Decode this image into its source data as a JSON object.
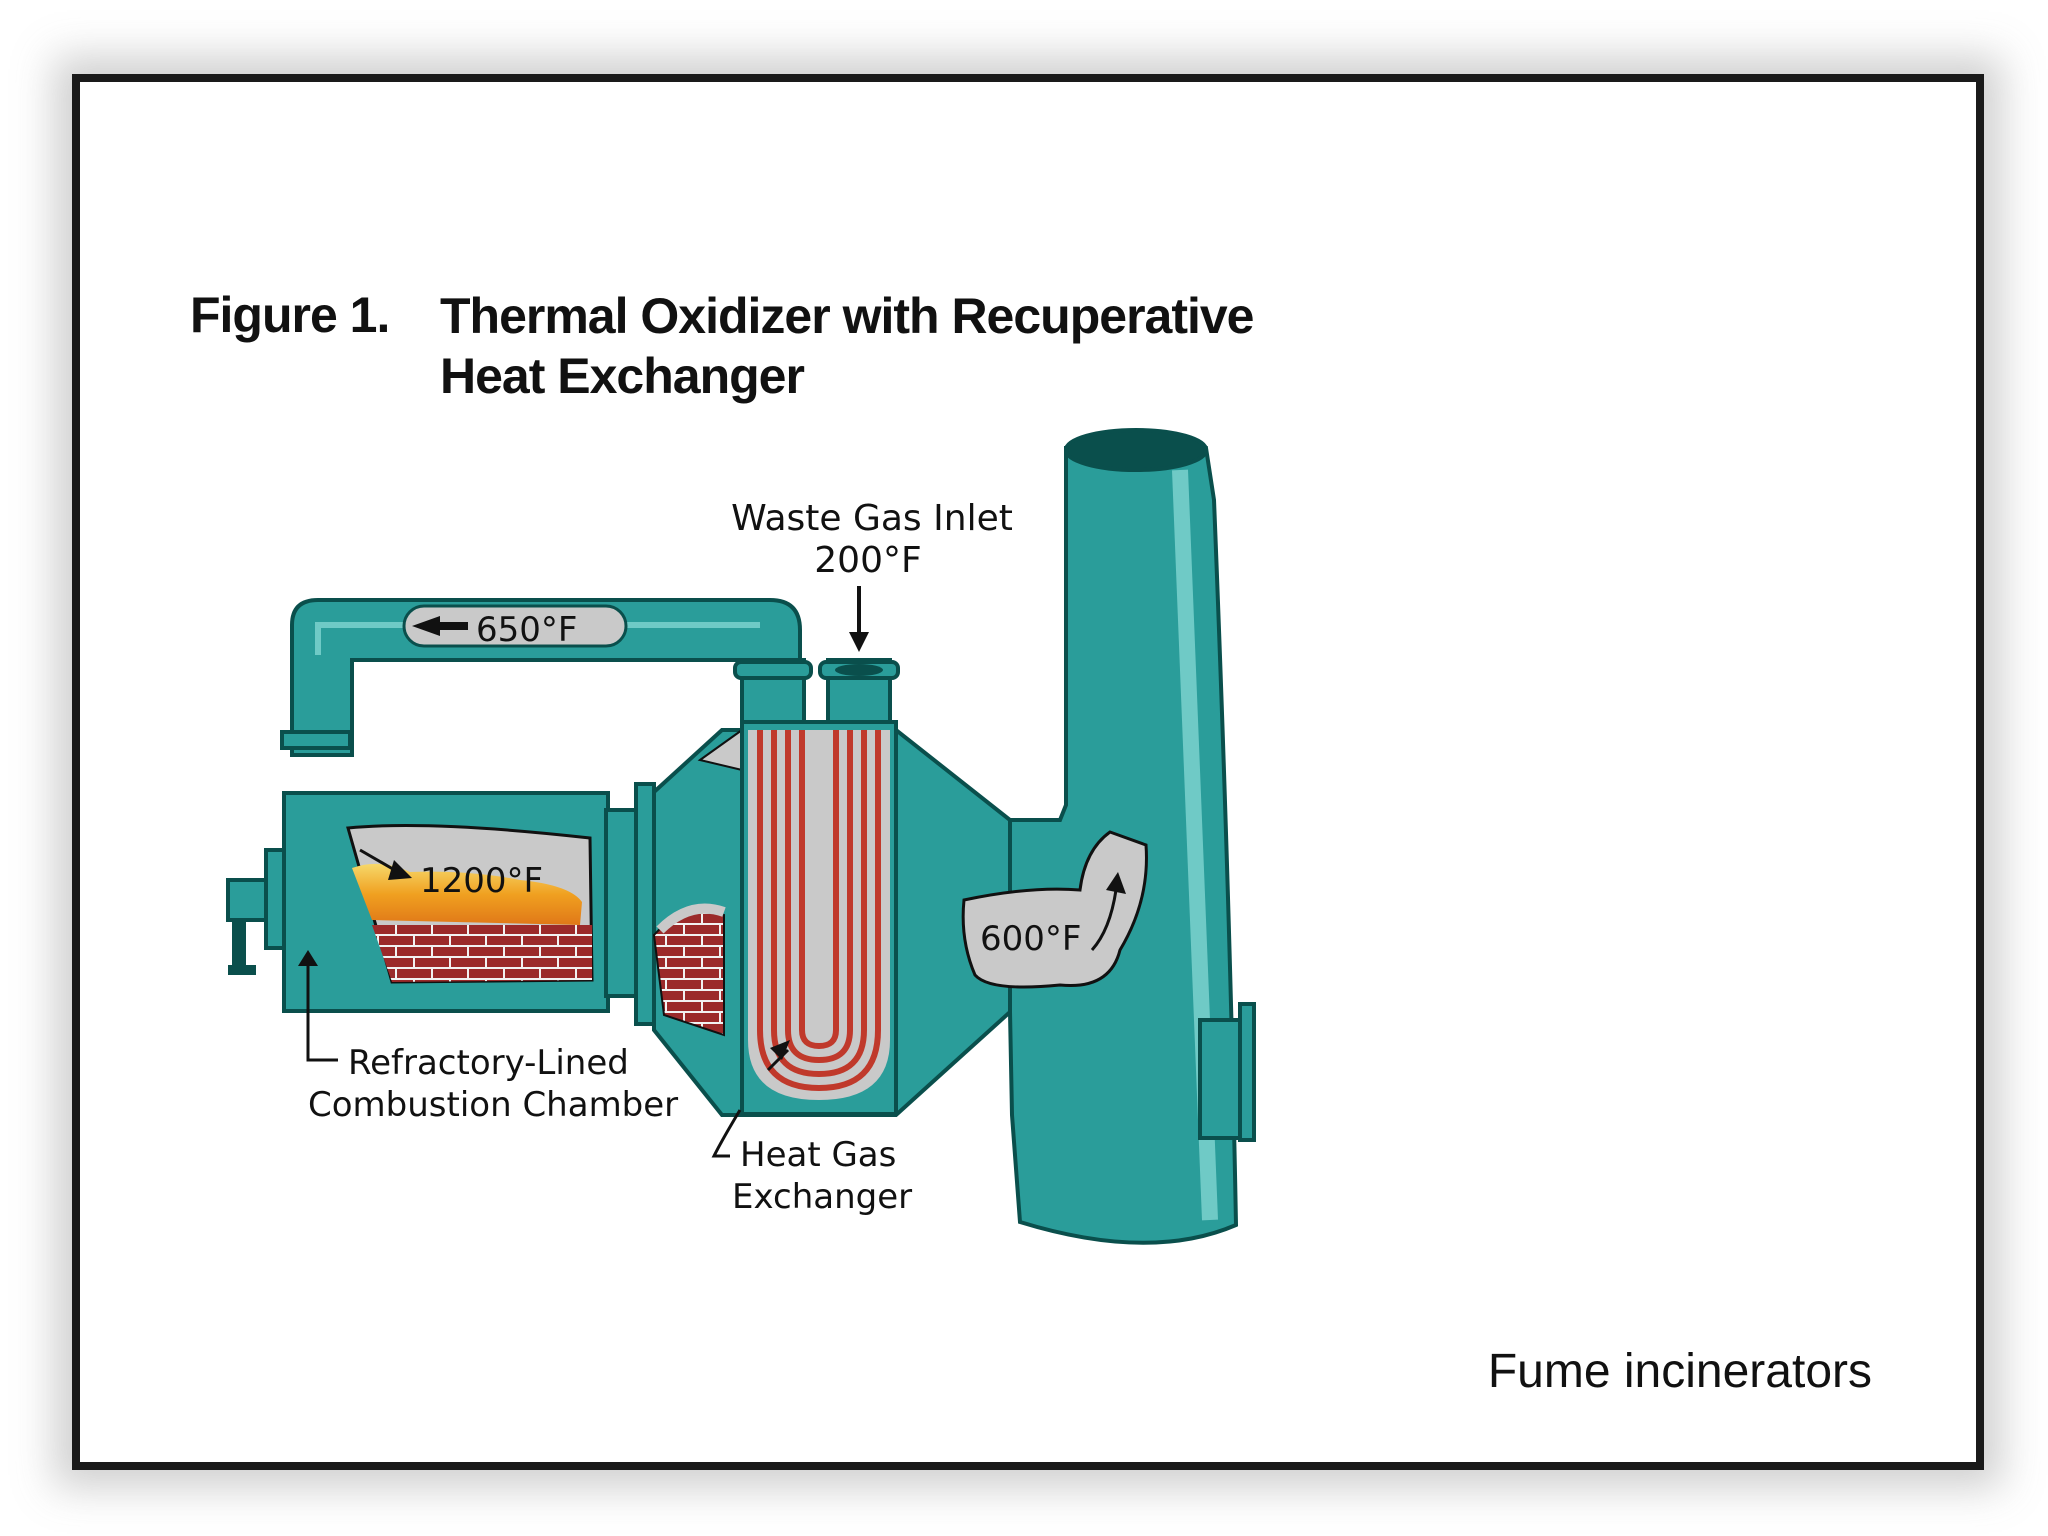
{
  "slide": {
    "figure_label": "Figure 1.",
    "figure_title_line1": "Thermal Oxidizer with Recuperative",
    "figure_title_line2": "Heat Exchanger",
    "caption": "Fume incinerators"
  },
  "diagram": {
    "waste_gas_inlet_label": "Waste Gas Inlet",
    "waste_gas_inlet_temp": "200°F",
    "top_duct_temp": "650°F",
    "chamber_temp": "1200°F",
    "stack_temp": "600°F",
    "combustion_label_line1": "Refractory-Lined",
    "combustion_label_line2": "Combustion Chamber",
    "exchanger_label_line1": "Heat Gas",
    "exchanger_label_line2": "Exchanger"
  },
  "colors": {
    "equipment_teal": "#2a9d9a",
    "equipment_dark": "#0a4f4c",
    "cutaway_gray": "#c9c9c9",
    "brick_red": "#9b2a2a",
    "flame_orange": "#f0a020",
    "tube_red": "#c0392b"
  }
}
